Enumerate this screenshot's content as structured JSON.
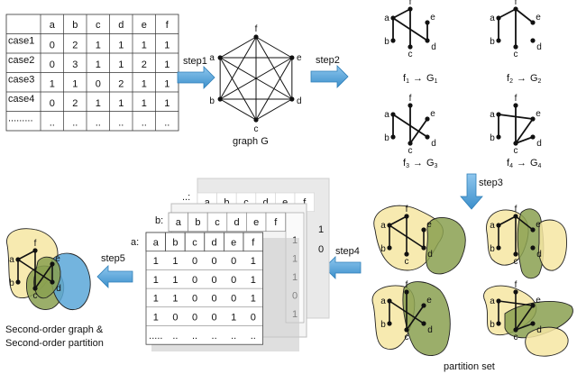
{
  "table1": {
    "header": [
      "a",
      "b",
      "c",
      "d",
      "e",
      "f"
    ],
    "rows": [
      {
        "case": "case1",
        "values": [
          "0",
          "2",
          "1",
          "1",
          "1",
          "1"
        ]
      },
      {
        "case": "case2",
        "values": [
          "0",
          "3",
          "1",
          "1",
          "2",
          "1"
        ]
      },
      {
        "case": "case3",
        "values": [
          "1",
          "1",
          "0",
          "2",
          "1",
          "1"
        ]
      },
      {
        "case": "case4",
        "values": [
          "0",
          "2",
          "1",
          "1",
          "1",
          "1"
        ]
      },
      {
        "case": ".........",
        "values": [
          "..",
          "..",
          "..",
          "..",
          "..",
          ".."
        ]
      }
    ]
  },
  "steps": {
    "step1": "step1",
    "step2": "step2",
    "step3": "step3",
    "step4": "step4",
    "step5": "step5"
  },
  "graph": {
    "caption": "graph  G",
    "nodes": [
      "a",
      "b",
      "c",
      "d",
      "e",
      "f"
    ]
  },
  "mappings": [
    {
      "f": "f",
      "fsub": "1",
      "g": "G",
      "gsub": "1"
    },
    {
      "f": "f",
      "fsub": "2",
      "g": "G",
      "gsub": "2"
    },
    {
      "f": "f",
      "fsub": "3",
      "g": "G",
      "gsub": "3"
    },
    {
      "f": "f",
      "fsub": "4",
      "g": "G",
      "gsub": "4"
    }
  ],
  "arrow_glyph": "→",
  "partition_caption": "partition set",
  "second_order_caption": [
    "Second-order graph  &",
    "Second-order partition"
  ],
  "matrix": {
    "front_row_label": "a:",
    "middle_row_label": "b:",
    "back_row_label": "..:",
    "header": [
      "a",
      "b",
      "c",
      "d",
      "e",
      "f"
    ],
    "rows": [
      [
        "1",
        "1",
        "0",
        "0",
        "0",
        "1"
      ],
      [
        "1",
        "1",
        "0",
        "0",
        "0",
        "1"
      ],
      [
        "1",
        "1",
        "0",
        "0",
        "0",
        "1"
      ],
      [
        "1",
        "0",
        "0",
        "0",
        "1",
        "0"
      ],
      [
        ".....",
        "..",
        "..",
        "..",
        "..",
        ".."
      ]
    ],
    "middle_right_col": [
      "1",
      "1",
      "1",
      "0",
      "1"
    ],
    "back_right_col": [
      "1",
      "0",
      "",
      "",
      ""
    ]
  },
  "colors": {
    "yellow": "#f6e6a2",
    "olive": "#8aa050",
    "blue": "#5ba7d8",
    "arrow": "#5aa4d6"
  }
}
